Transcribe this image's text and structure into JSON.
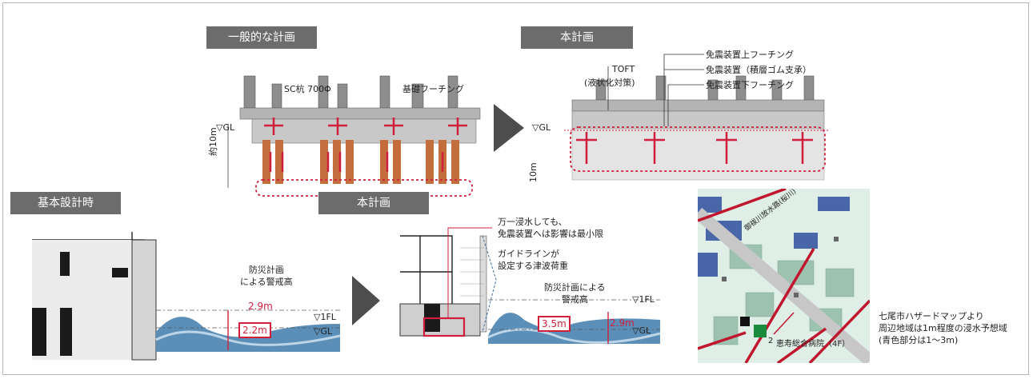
{
  "top": {
    "left_tag": "一般的な計画",
    "right_tag": "本計画",
    "labels": {
      "sc_pile": "SC杭 700Φ",
      "foundation_footing": "基礎フーチング",
      "gl_left": "▽GL",
      "depth_left": "約10m",
      "toft": "TOFT",
      "liquefaction": "(液状化対策)",
      "upper_footing": "免震装置上フーチング",
      "isolator": "免震装置（積層ゴム支承）",
      "lower_footing": "免震装置下フーチング",
      "gl_right": "▽GL",
      "depth_right": "10m"
    }
  },
  "bottom": {
    "left_tag": "基本設計時",
    "mid_tag": "本計画",
    "left": {
      "caution_label": "防災計画\nによる警戒高",
      "caution_height": "2.9m",
      "fl": "▽1FL",
      "gl": "▽GL",
      "flood_box": "2.2m"
    },
    "mid": {
      "note1": "万一浸水しても、\n免震装置へは影響は最小限",
      "note2": "ガイドラインが\n設定する津波荷重",
      "caution_label": "防災計画による\n警戒高",
      "fl": "▽1FL",
      "gl": "▽GL",
      "flood_box": "3.5m",
      "caution_height": "2.9m"
    },
    "map": {
      "river_label": "御祓川放水路(桜川)",
      "hospital_label": "恵寿総合病院（4F）",
      "hospital_number": "2",
      "note": "七尾市ハザードマップより\n周辺地域は1m程度の浸水予想域\n(青色部分は1〜3m)"
    }
  },
  "colors": {
    "accent_red": "#d01e3c",
    "tag_gray": "#6c6c6c",
    "wave_blue": "#5b8fb8"
  }
}
